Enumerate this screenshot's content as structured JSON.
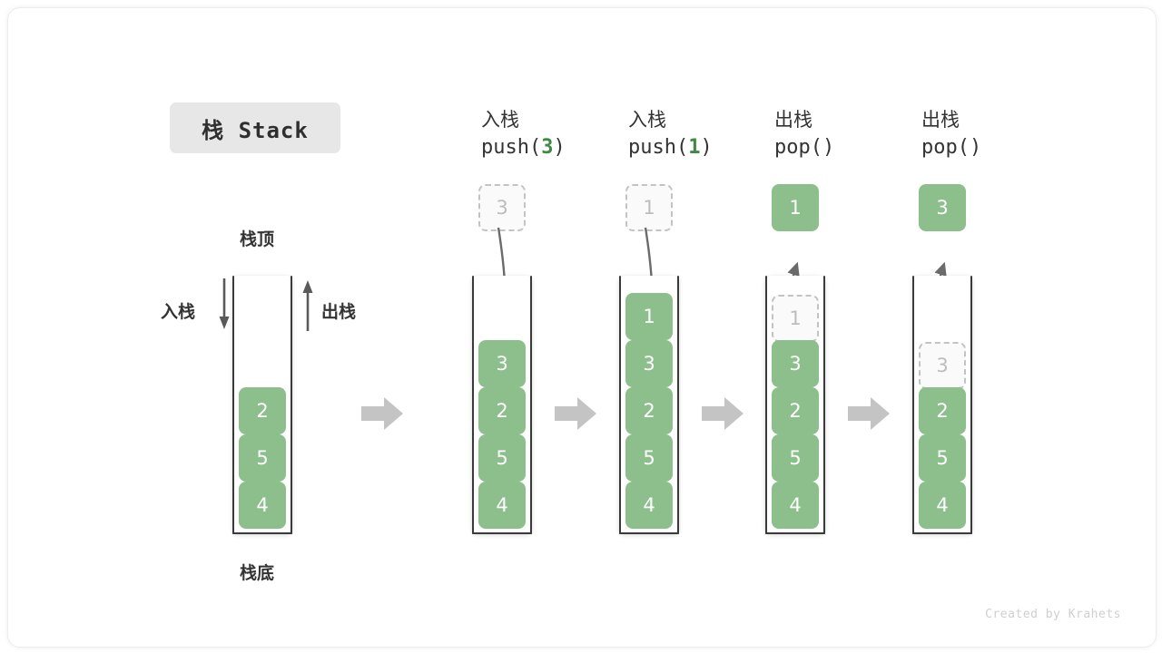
{
  "figure": {
    "title": "栈 Stack",
    "credit": "Created by Krahets",
    "accent_green": "#8cbf8c",
    "arg_green": "#3f8a43",
    "ghost_gray": "#bdbdbd",
    "block_arrow_gray": "#c4c4c4"
  },
  "legend": {
    "top_label": "栈顶",
    "bottom_label": "栈底",
    "push_label": "入栈",
    "pop_label": "出栈"
  },
  "stages": [
    {
      "id": "initial",
      "header_line1": "",
      "header_line2": "",
      "header_arg": "",
      "stack": [
        "2",
        "5",
        "4"
      ],
      "ghost_top": null,
      "float_box": null,
      "float_box_style": null
    },
    {
      "id": "push-3",
      "header_line1": "入栈",
      "header_line2_prefix": "push(",
      "header_arg": "3",
      "header_line2_suffix": ")",
      "stack": [
        "3",
        "2",
        "5",
        "4"
      ],
      "ghost_top": null,
      "float_box": "3",
      "float_box_style": "ghost"
    },
    {
      "id": "push-1",
      "header_line1": "入栈",
      "header_line2_prefix": "push(",
      "header_arg": "1",
      "header_line2_suffix": ")",
      "stack": [
        "1",
        "3",
        "2",
        "5",
        "4"
      ],
      "ghost_top": null,
      "float_box": "1",
      "float_box_style": "ghost"
    },
    {
      "id": "pop-1",
      "header_line1": "出栈",
      "header_line2_prefix": "pop(",
      "header_arg": "",
      "header_line2_suffix": ")",
      "stack": [
        "3",
        "2",
        "5",
        "4"
      ],
      "ghost_top": "1",
      "float_box": "1",
      "float_box_style": "filled"
    },
    {
      "id": "pop-3",
      "header_line1": "出栈",
      "header_line2_prefix": "pop(",
      "header_arg": "",
      "header_line2_suffix": ")",
      "stack": [
        "2",
        "5",
        "4"
      ],
      "ghost_top": "3",
      "float_box": "3",
      "float_box_style": "filled"
    }
  ]
}
